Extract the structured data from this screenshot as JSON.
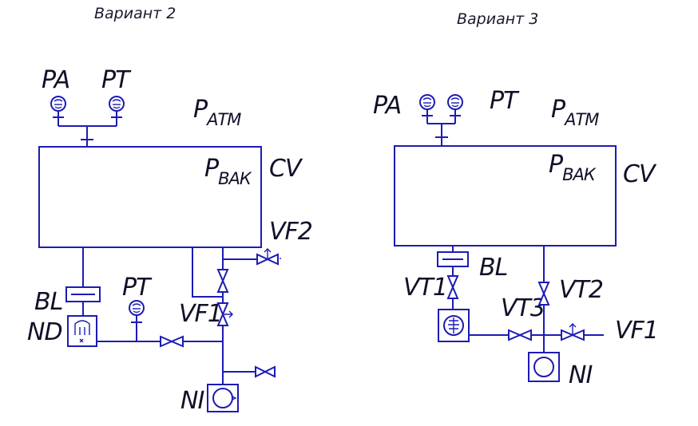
{
  "variant2": {
    "caption": "Вариант 2",
    "labels": {
      "pa": "PA",
      "pt_top": "PT",
      "p_atm_main": "P",
      "p_atm_sub": "АТМ",
      "p_vak_main": "P",
      "p_vak_sub": "ВАК",
      "cv": "CV",
      "vf2": "VF2",
      "bl": "BL",
      "pt_mid": "PT",
      "vf1": "VF1",
      "nd": "ND",
      "ni": "NI"
    }
  },
  "variant3": {
    "caption": "Вариант 3",
    "labels": {
      "pa": "PA",
      "pt": "PT",
      "p_atm_main": "P",
      "p_atm_sub": "АТМ",
      "p_vak_main": "P",
      "p_vak_sub": "ВАК",
      "cv": "CV",
      "bl": "BL",
      "vt1": "VT1",
      "vt2": "VT2",
      "vt3": "VT3",
      "vf1": "VF1",
      "ni": "NI"
    }
  },
  "colors": {
    "line": "#1c1cb4",
    "text": "#101028"
  }
}
